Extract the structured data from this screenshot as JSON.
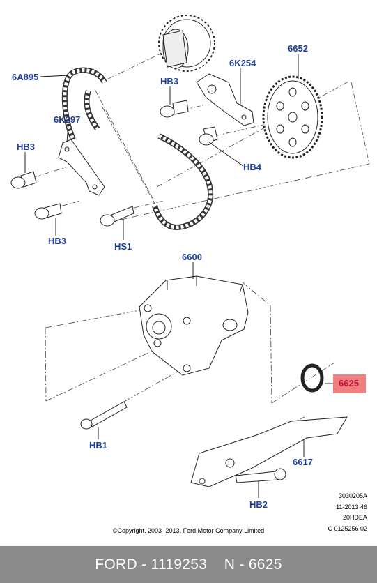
{
  "labels": {
    "p6A895": "6A895",
    "p6K297": "6K297",
    "hb3_a": "HB3",
    "hb3_b": "HB3",
    "hb3_c": "HB3",
    "hs1": "HS1",
    "p6K254": "6K254",
    "p6652": "6652",
    "hb4": "HB4",
    "p6600": "6600",
    "p6625": "6625",
    "hb1": "HB1",
    "p6617": "6617",
    "hb2": "HB2"
  },
  "highlight_color": "#f08080",
  "drawing_code": [
    "3030205A",
    "11-2013 46",
    "20HDEA",
    "C 0125256 02"
  ],
  "copyright": "©Copyright, 2003- 2013, Ford Motor Company Limited",
  "footer": {
    "brand_part": "FORD - 1119253",
    "ref": "N - 6625"
  }
}
